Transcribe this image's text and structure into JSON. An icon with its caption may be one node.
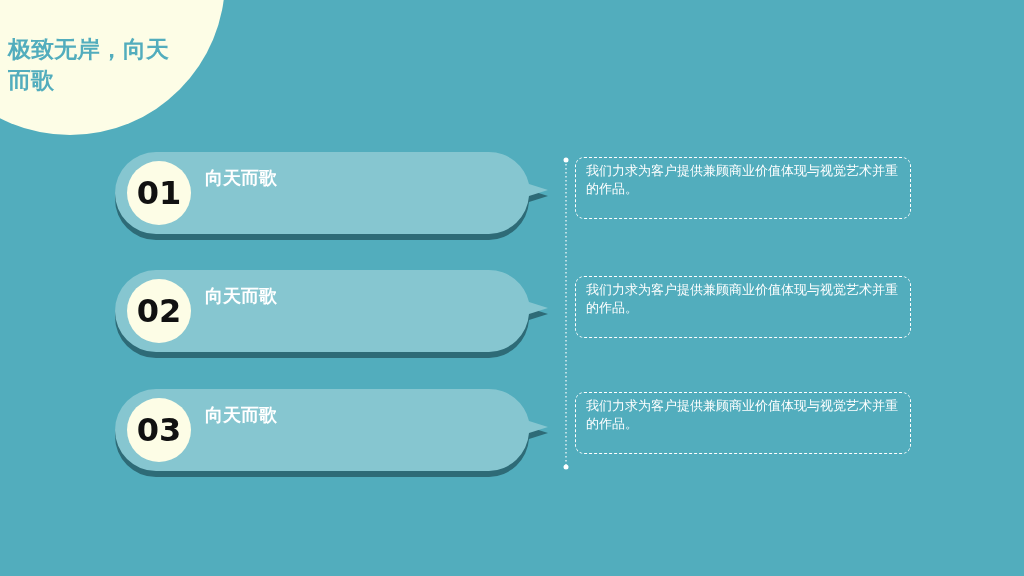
{
  "diagram": {
    "title": "极致无岸，向天而歌",
    "nodes": [
      {
        "text": [
          "向天而歌"
        ]
      },
      {
        "text": [
          "01"
        ],
        "in": 0
      },
      {
        "text": [
          "向天而歌"
        ]
      },
      {
        "text": [
          "02"
        ],
        "in": 2
      },
      {
        "text": [
          "向天而歌"
        ]
      },
      {
        "text": [
          "03"
        ],
        "in": 4
      },
      {
        "text": [
          "我们力求为客户提供兼顾商业价值体现与视觉艺术并重的作品。"
        ]
      },
      {
        "text": [
          "我们力求为客户提供兼顾商业价值体现与视觉艺术并重的作品。"
        ]
      },
      {
        "text": [
          "我们力求为客户提供兼顾商业价值体现与视觉艺术并重的作品。"
        ]
      }
    ]
  }
}
